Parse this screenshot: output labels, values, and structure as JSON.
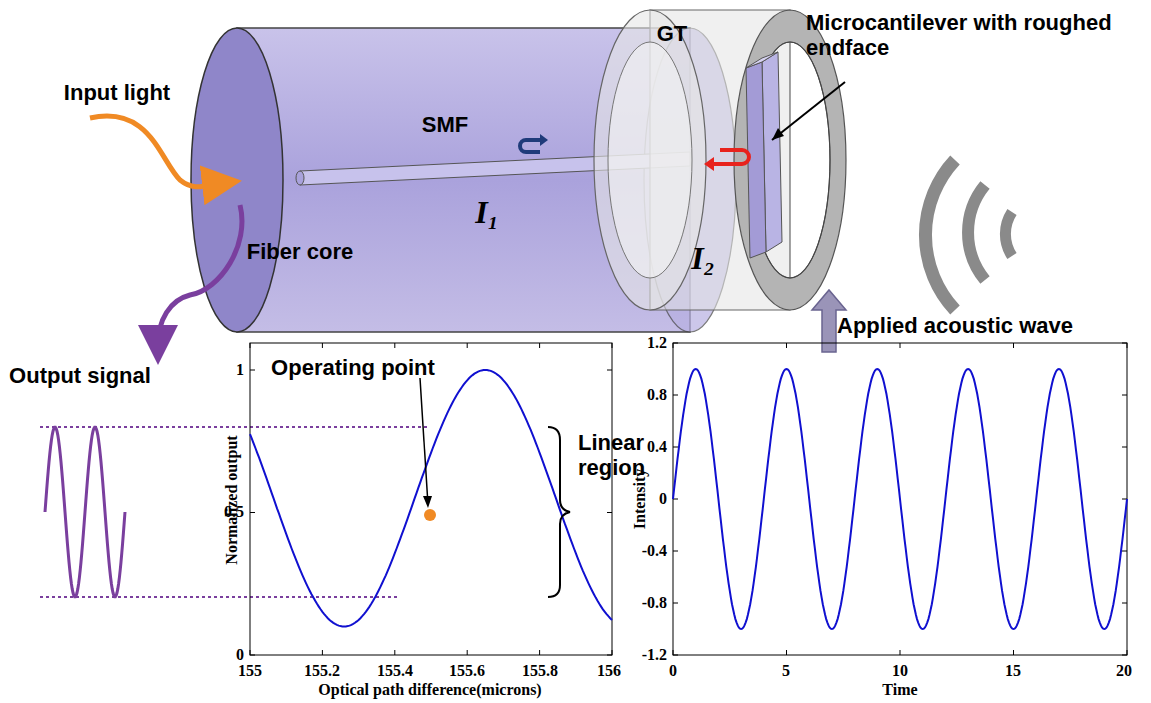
{
  "diagram": {
    "labels": [
      "Input light",
      "SMF",
      "GT",
      "Microcantilever with roughed endface",
      "Fiber core",
      "I₁",
      "I₂",
      "Applied acoustic wave",
      "Output signal",
      "Operating point",
      "Linear region",
      "Normalized output",
      "Optical path difference(microns)",
      "0",
      "0.5",
      "1",
      "155",
      "155.2",
      "155.4",
      "155.6",
      "155.8",
      "156",
      "Intensity",
      "Time",
      "1.2",
      "0.8",
      "0.4",
      "0",
      "-0.4",
      "-0.8",
      "-1.2",
      "0",
      "5",
      "10",
      "15",
      "20"
    ]
  }
}
